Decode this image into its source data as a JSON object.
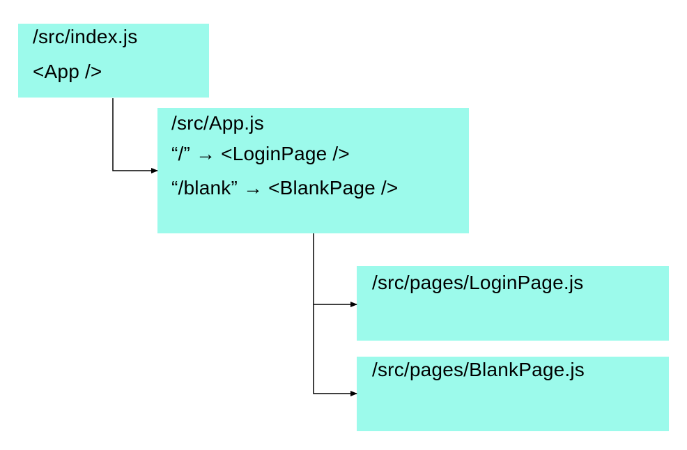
{
  "nodes": {
    "index": {
      "file": "/src/index.js",
      "lines": [
        "<App />"
      ]
    },
    "app": {
      "file": "/src/App.js",
      "lines": [
        "“/” → <LoginPage />",
        "“/blank” → <BlankPage />"
      ]
    },
    "login_page": {
      "file": "/src/pages/LoginPage.js",
      "lines": []
    },
    "blank_page": {
      "file": "/src/pages/BlankPage.js",
      "lines": []
    }
  },
  "edges": [
    {
      "from": "/src/index.js",
      "to": "/src/App.js"
    },
    {
      "from": "/src/App.js",
      "to": "/src/pages/LoginPage.js"
    },
    {
      "from": "/src/App.js",
      "to": "/src/pages/BlankPage.js"
    }
  ],
  "colors": {
    "box_fill": "#9cfaeb",
    "connector": "#000000",
    "text": "#000000"
  }
}
